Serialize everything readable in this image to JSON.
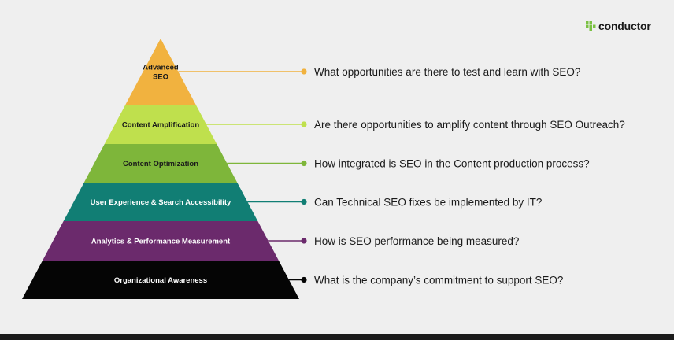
{
  "logo": {
    "text": "conductor",
    "icon": "conductor-grid-icon",
    "icon_color": "#7bc143"
  },
  "tiers": [
    {
      "label": "Advanced\nSEO",
      "question": "What opportunities are there to test and learn with SEO?",
      "color": "#f1b23f",
      "text_color": "#1a1a1a"
    },
    {
      "label": "Content Amplification",
      "question": "Are there opportunities to amplify content through SEO Outreach?",
      "color": "#bfe04d",
      "text_color": "#1a1a1a"
    },
    {
      "label": "Content Optimization",
      "question": "How integrated is SEO in the Content production process?",
      "color": "#7eb63a",
      "text_color": "#1a1a1a"
    },
    {
      "label": "User Experience & Search Accessibility",
      "question": "Can Technical SEO fixes be implemented by IT?",
      "color": "#117e74",
      "text_color": "#ffffff"
    },
    {
      "label": "Analytics & Performance Measurement",
      "question": "How is SEO performance being measured?",
      "color": "#6b2a6c",
      "text_color": "#ffffff"
    },
    {
      "label": "Organizational Awareness",
      "question": "What is the company’s commitment to support SEO?",
      "color": "#050505",
      "text_color": "#ffffff"
    }
  ]
}
